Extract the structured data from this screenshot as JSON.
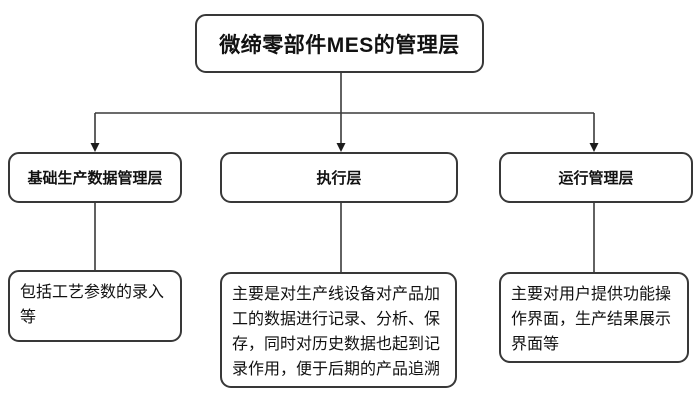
{
  "diagram": {
    "title": "微缔零部件MES的管理层",
    "root": {
      "label": "微缔零部件MES的管理层"
    },
    "branches": [
      {
        "id": "basic-production-data",
        "label": "基础生产数据管理层",
        "description": "包括工艺参数的录入等"
      },
      {
        "id": "execution-layer",
        "label": "执行层",
        "description": "主要是对生产线设备对产品加工的数据进行记录、分析、保存，同时对历史数据也起到记录作用，便于后期的产品追溯"
      },
      {
        "id": "operation-management",
        "label": "运行管理层",
        "description": "主要对用户提供功能操作界面，生产结果展示界面等"
      }
    ],
    "colors": {
      "background": "#ffffff",
      "border": "#383838",
      "line": "#3a3a3a",
      "text": "#111111"
    }
  }
}
